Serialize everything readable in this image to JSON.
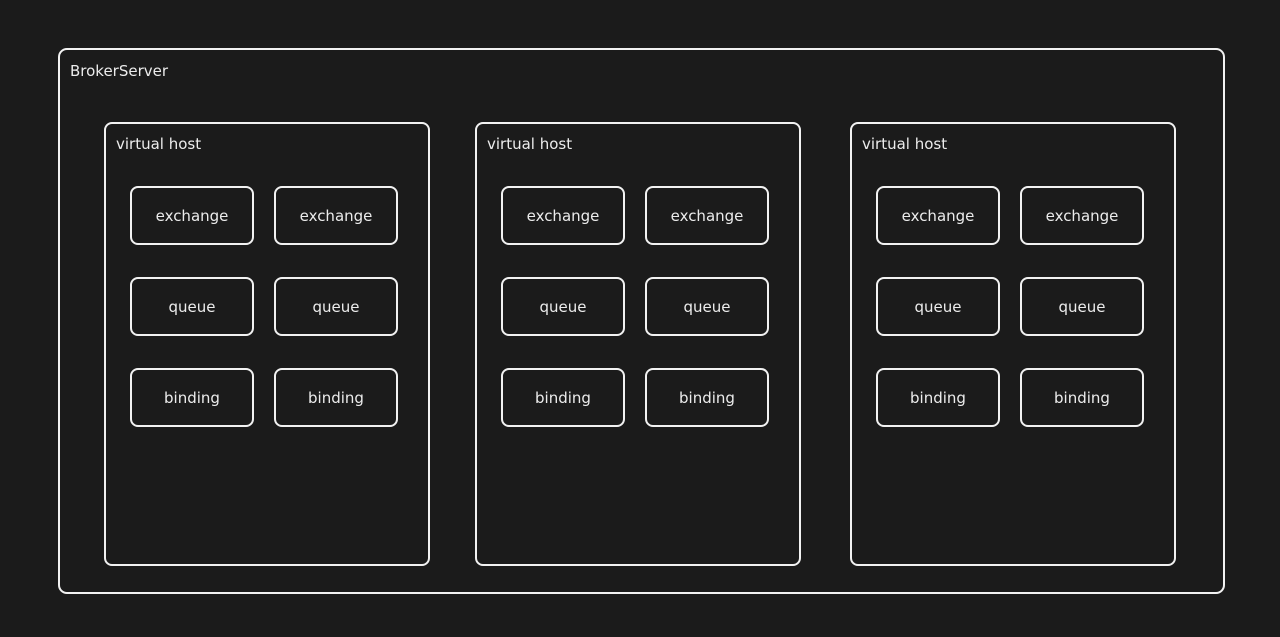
{
  "diagram": {
    "root": {
      "label": "BrokerServer"
    },
    "virtual_hosts": [
      {
        "label": "virtual host",
        "nodes": [
          "exchange",
          "exchange",
          "queue",
          "queue",
          "binding",
          "binding"
        ]
      },
      {
        "label": "virtual host",
        "nodes": [
          "exchange",
          "exchange",
          "queue",
          "queue",
          "binding",
          "binding"
        ]
      },
      {
        "label": "virtual host",
        "nodes": [
          "exchange",
          "exchange",
          "queue",
          "queue",
          "binding",
          "binding"
        ]
      }
    ],
    "colors": {
      "background": "#1b1b1b",
      "border": "#f2f2f2",
      "text": "#ececec"
    }
  }
}
